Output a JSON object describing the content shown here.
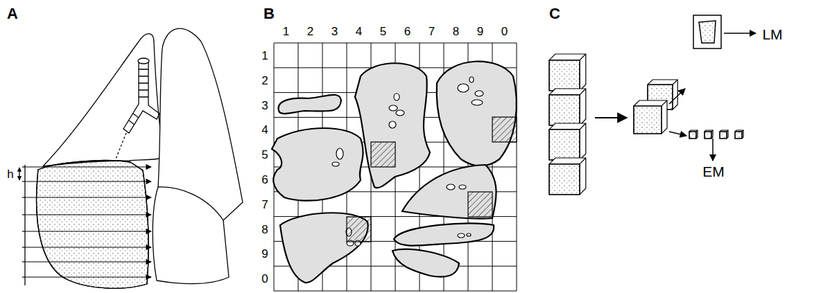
{
  "diagram": {
    "labels": [
      "A",
      "B",
      "C",
      "h",
      "1",
      "2",
      "3",
      "4",
      "5",
      "6",
      "7",
      "8",
      "9",
      "0",
      "1",
      "2",
      "3",
      "4",
      "5",
      "6",
      "7",
      "8",
      "9",
      "0",
      "LM",
      "EM"
    ]
  }
}
